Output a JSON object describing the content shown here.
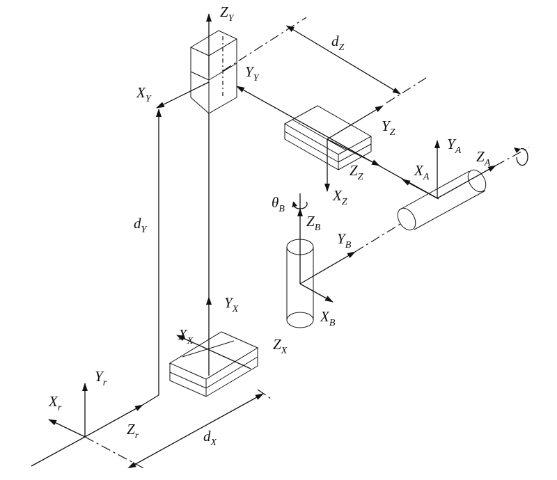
{
  "labels": {
    "z_y": {
      "main": "Z",
      "sub": "Y"
    },
    "y_y": {
      "main": "Y",
      "sub": "Y"
    },
    "x_y": {
      "main": "X",
      "sub": "Y"
    },
    "d_z": {
      "main": "d",
      "sub": "Z"
    },
    "y_z": {
      "main": "Y",
      "sub": "Z"
    },
    "z_z": {
      "main": "Z",
      "sub": "Z"
    },
    "x_z": {
      "main": "X",
      "sub": "Z"
    },
    "y_a": {
      "main": "Y",
      "sub": "A"
    },
    "z_a": {
      "main": "Z",
      "sub": "A"
    },
    "x_a": {
      "main": "X",
      "sub": "A"
    },
    "theta_b": {
      "main": "θ",
      "sub": "B"
    },
    "z_b": {
      "main": "Z",
      "sub": "B"
    },
    "y_b": {
      "main": "Y",
      "sub": "B"
    },
    "x_b": {
      "main": "X",
      "sub": "B"
    },
    "d_y": {
      "main": "d",
      "sub": "Y"
    },
    "y_x": {
      "main": "Y",
      "sub": "X"
    },
    "x_x": {
      "main": "X",
      "sub": "X"
    },
    "z_x": {
      "main": "Z",
      "sub": "X"
    },
    "y_r": {
      "main": "Y",
      "sub": "r"
    },
    "x_r": {
      "main": "X",
      "sub": "r"
    },
    "z_r": {
      "main": "Z",
      "sub": "r"
    },
    "d_x": {
      "main": "d",
      "sub": "X"
    }
  },
  "colors": {
    "stroke": "#111111",
    "background": "#ffffff"
  }
}
